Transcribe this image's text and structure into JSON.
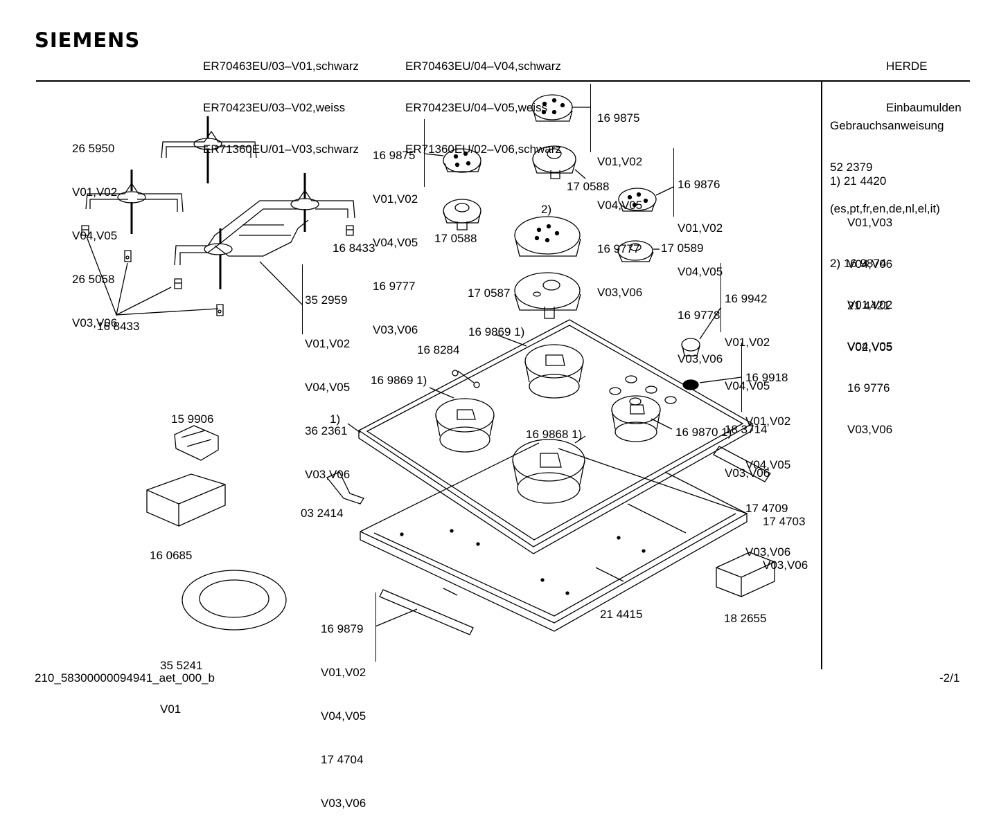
{
  "header": {
    "brand": "SIEMENS",
    "models_col1": [
      "ER70463EU/03–V01,schwarz",
      "ER70423EU/03–V02,weiss",
      "ER71360EU/01–V03,schwarz"
    ],
    "models_col2": [
      "ER70463EU/04–V04,schwarz",
      "ER70423EU/04–V05,weiss",
      "ER71360EU/02–V06,schwarz"
    ],
    "category": [
      "HERDE",
      "Einbaumulden"
    ]
  },
  "side_notes": {
    "manual": [
      "Gebrauchsanweisung",
      "52 2379",
      "(es,pt,fr,en,de,nl,el,it)"
    ],
    "note1": [
      "1) 21 4420",
      "V01,V03",
      "V04,V06",
      "21 4421",
      "V02,V05"
    ],
    "note2": [
      "2) 16 9874",
      "V01,V02",
      "V04,V05",
      "16 9776",
      "V03,V06"
    ]
  },
  "parts": {
    "p265950": [
      "26 5950",
      "V01,V02",
      "V04,V05",
      "26 5058",
      "V03,V06"
    ],
    "p169875a": [
      "16 9875",
      "V01,V02",
      "V04,V05",
      "16 9777",
      "V03,V06"
    ],
    "p169875b": [
      "16 9875",
      "V01,V02",
      "V04,V05",
      "16 9777",
      "V03,V06"
    ],
    "p169876": [
      "16 9876",
      "V01,V02",
      "V04,V05",
      "16 9778",
      "V03,V06"
    ],
    "p352959": [
      "35 2959",
      "V01,V02",
      "V04,V05",
      "36 2361",
      "V03,V06"
    ],
    "p169942": [
      "16 9942",
      "V01,V02",
      "V04,V05",
      "18 3714",
      "V03,V06"
    ],
    "p169918": [
      "16 9918",
      "V01,V02",
      "V04,V05",
      "17 4709",
      "V03,V06"
    ],
    "p169879": [
      "16 9879",
      "V01,V02",
      "V04,V05",
      "17 4704",
      "V03,V06"
    ],
    "p174703": [
      "17 4703",
      "V03,V06"
    ],
    "p355241": [
      "35 5241",
      "V01"
    ],
    "single": {
      "p170588a": "17 0588",
      "p170588b": "17 0588",
      "p168433a": "16 8433",
      "p168433b": "16 8433",
      "p170589": "17 0589",
      "p170587": "17 0587",
      "p2": "2)",
      "p169869a": "16 9869 1)",
      "p169869b": "16 9869 1)",
      "p168284": "16 8284",
      "p1": "1)",
      "p159906": "15 9906",
      "p169868": "16 9868 1)",
      "p169870": "16 9870 1)",
      "p032414": "03 2414",
      "p160685": "16 0685",
      "p214415": "21 4415",
      "p182655": "18 2655"
    }
  },
  "footer": {
    "doc_id": "210_58300000094941_aet_000_b",
    "page": "-2/1"
  }
}
